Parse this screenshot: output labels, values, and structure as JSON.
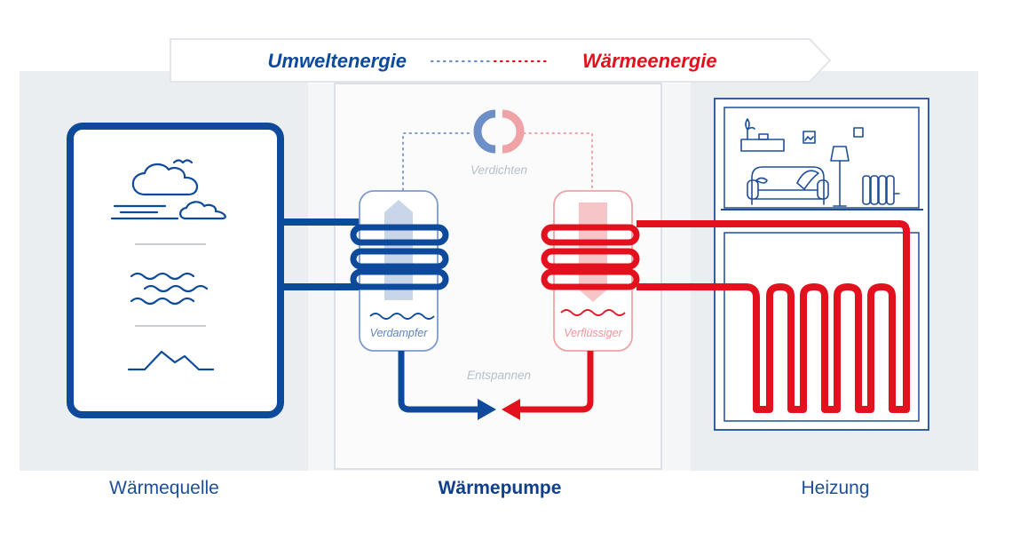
{
  "banner": {
    "left": "Umweltenergie",
    "right": "Wärmeenergie"
  },
  "pump": {
    "compressor": "Verdichten",
    "evaporator": "Verdampfer",
    "condenser": "Verflüssiger",
    "expansion": "Entspannen"
  },
  "labels": {
    "source": "Wärmequelle",
    "pump": "Wärmepumpe",
    "heating": "Heizung"
  },
  "colors": {
    "blue": "#0d4a9b",
    "red": "#e3101d",
    "panel": "#ebeef1"
  }
}
